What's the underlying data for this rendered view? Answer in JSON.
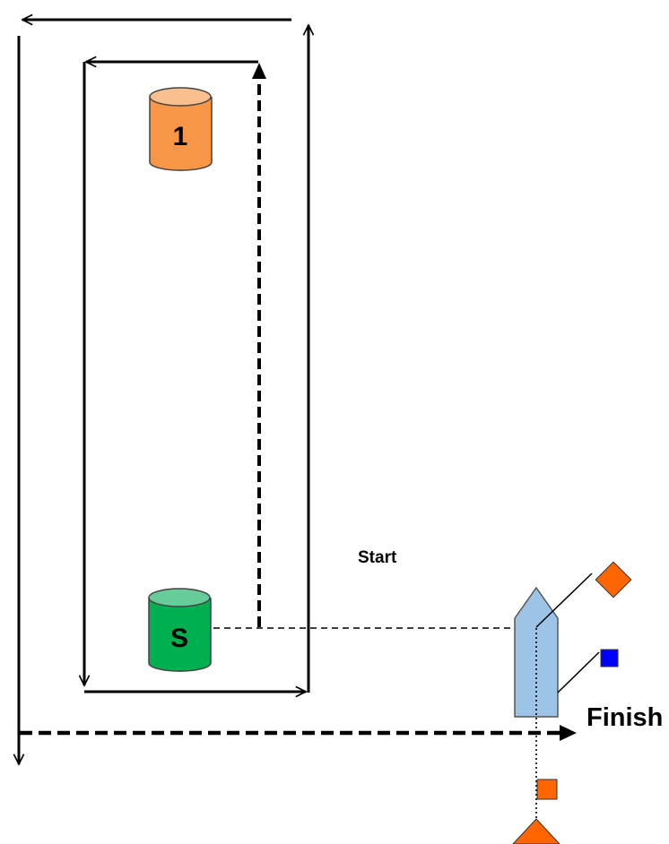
{
  "course": {
    "start_label": "Start",
    "finish_label": "Finish"
  },
  "marks": [
    {
      "id": "mark-1",
      "label": "1",
      "color": "#f79646",
      "top_color": "#fabf8f"
    },
    {
      "id": "mark-s",
      "label": "S",
      "color": "#00b050",
      "top_color": "#66cc99"
    }
  ],
  "committee_boat": {
    "hull_color": "#9dc3e6",
    "flags": [
      {
        "name": "orange-flag",
        "color": "#ff6600"
      },
      {
        "name": "blue-flag",
        "color": "#0000ff"
      },
      {
        "name": "orange-flag-lower",
        "color": "#ff6600"
      }
    ]
  },
  "pin_buoy": {
    "color": "#ff6600"
  }
}
